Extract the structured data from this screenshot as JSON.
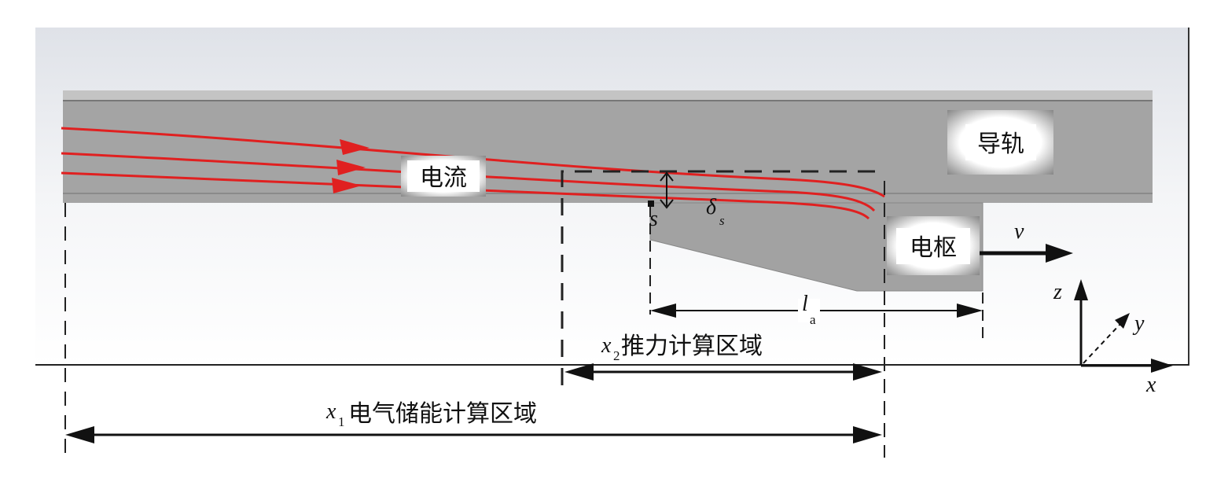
{
  "labels": {
    "rail": "导轨",
    "current": "电流",
    "armature": "电枢",
    "point_s": "s",
    "delta": "δ",
    "delta_sub": "s",
    "velocity": "v",
    "la": "l",
    "la_sub": "a",
    "x2_var": "x",
    "x2_sub": "2",
    "x2_text": "推力计算区域",
    "x1_var": "x",
    "x1_sub": "1",
    "x1_text": "电气储能计算区域",
    "axis_x": "x",
    "axis_y": "y",
    "axis_z": "z"
  },
  "colors": {
    "current_lines": "#e02020",
    "rail": "#a4a4a4"
  }
}
